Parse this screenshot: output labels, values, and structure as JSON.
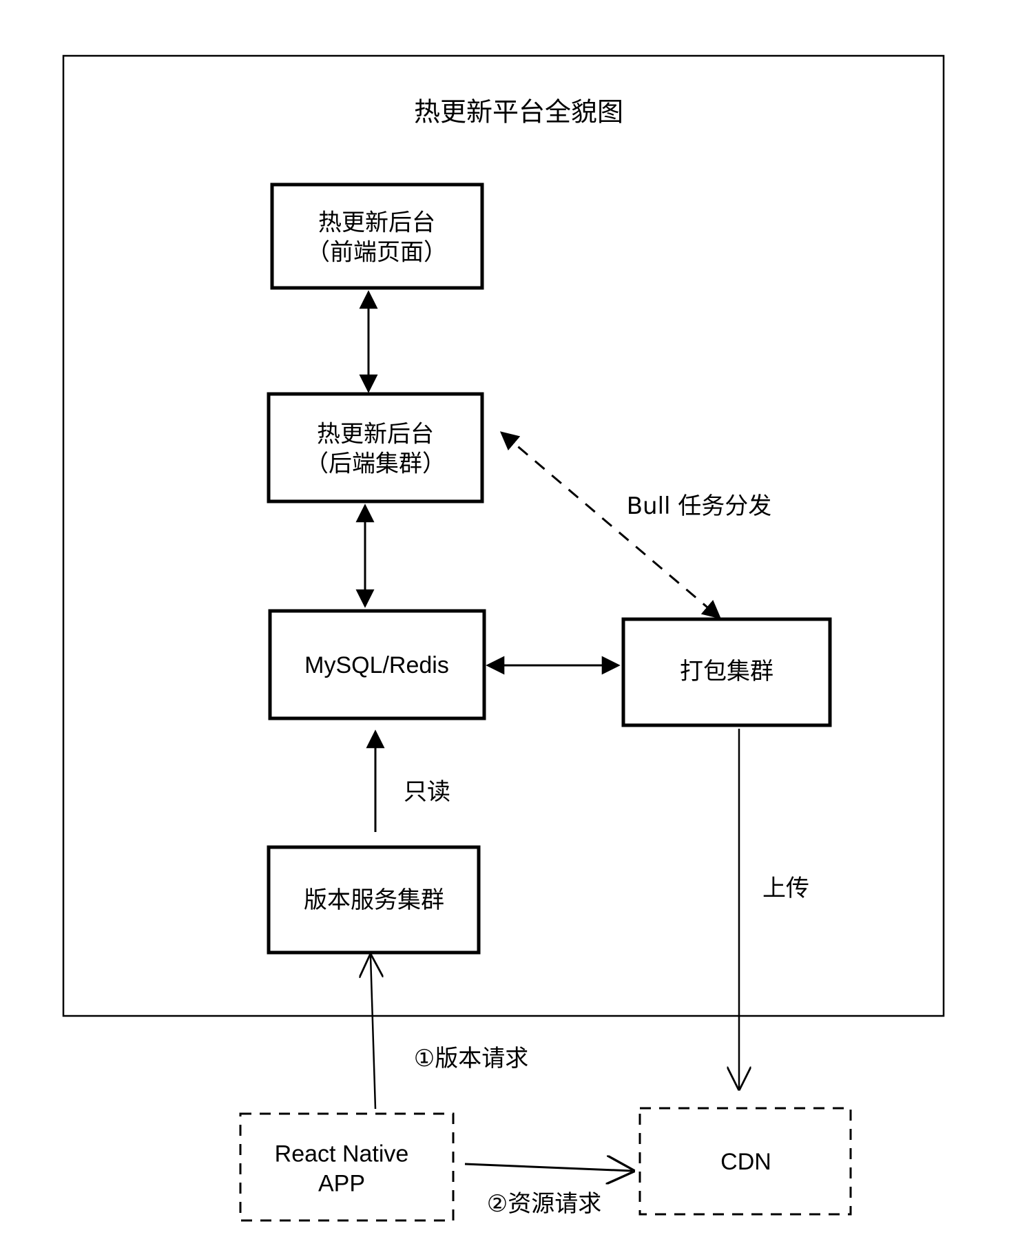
{
  "title": "热更新平台全貌图",
  "nodes": {
    "frontend": {
      "line1": "热更新后台",
      "line2": "（前端页面）"
    },
    "backend": {
      "line1": "热更新后台",
      "line2": "（后端集群）"
    },
    "storage": {
      "label": "MySQL/Redis"
    },
    "packager": {
      "label": "打包集群"
    },
    "version_service": {
      "label": "版本服务集群"
    },
    "rn_app": {
      "line1": "React Native",
      "line2": "APP"
    },
    "cdn": {
      "label": "CDN"
    }
  },
  "edges": {
    "bull": {
      "label": "Bull 任务分发",
      "style": "dashed",
      "direction": "bidirectional"
    },
    "readonly": {
      "label": "只读"
    },
    "upload": {
      "label": "上传"
    },
    "version_request": {
      "label": "①版本请求"
    },
    "resource_request": {
      "label": "②资源请求"
    }
  }
}
